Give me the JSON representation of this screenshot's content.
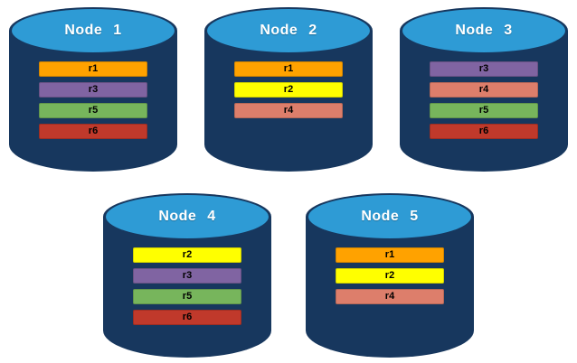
{
  "diagram": {
    "type": "database-replication-nodes",
    "background": "#FFFFFF"
  },
  "colors": {
    "cylinder_body": "#17375E",
    "cylinder_top": "#2E9BD5",
    "node_label_text": "#FFFFFF",
    "record_text": "#000000"
  },
  "record_colors": {
    "r1": "#FFA200",
    "r2": "#FFFF00",
    "r3": "#8064A2",
    "r4": "#DD7E6B",
    "r5": "#77B55C",
    "r6": "#C0392B"
  },
  "nodes": [
    {
      "label": "Node 1",
      "records": [
        "r1",
        "r3",
        "r5",
        "r6"
      ]
    },
    {
      "label": "Node 2",
      "records": [
        "r1",
        "r2",
        "r4"
      ]
    },
    {
      "label": "Node 3",
      "records": [
        "r3",
        "r4",
        "r5",
        "r6"
      ]
    },
    {
      "label": "Node 4",
      "records": [
        "r2",
        "r3",
        "r5",
        "r6"
      ]
    },
    {
      "label": "Node 5",
      "records": [
        "r1",
        "r2",
        "r4"
      ]
    }
  ]
}
